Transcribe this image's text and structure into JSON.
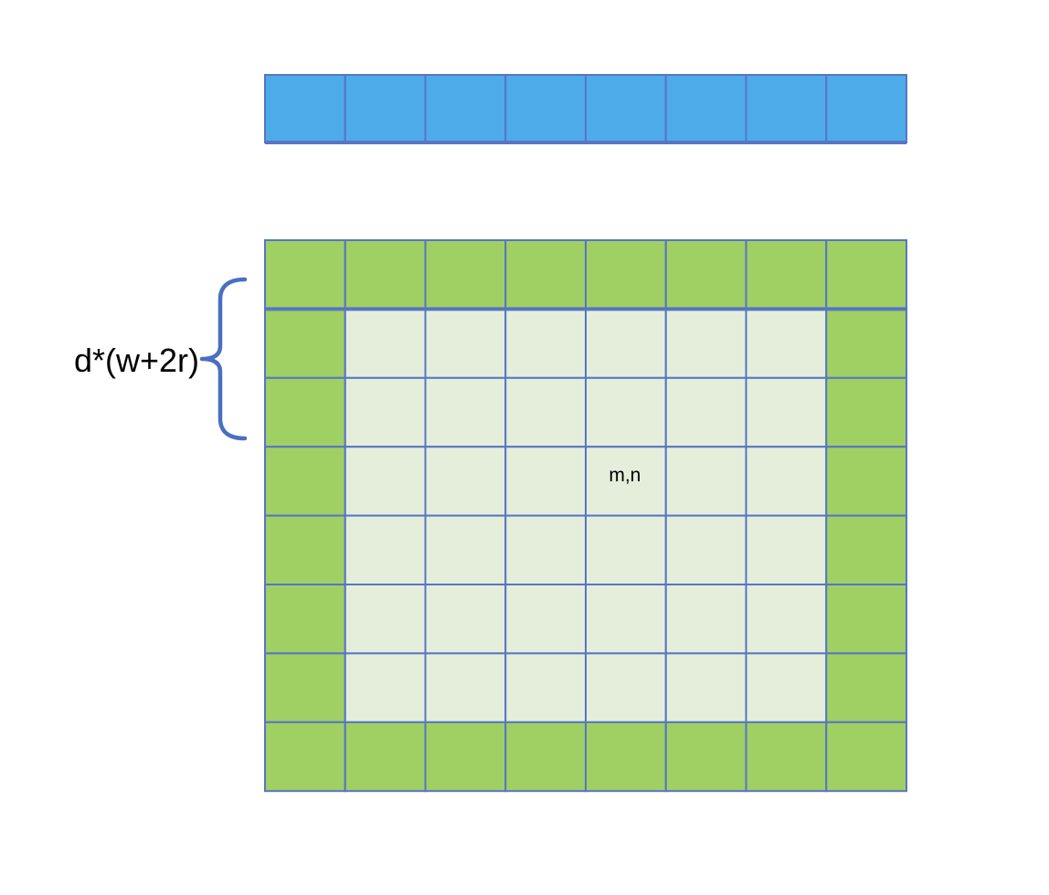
{
  "colors": {
    "top_row_fill": "#4eabe9",
    "border_fill": "#a0cf64",
    "interior_fill": "#e4eedb",
    "grid_line": "#5775c4",
    "brace": "#4a6fc1"
  },
  "top_row": {
    "cell_count": 8
  },
  "grid": {
    "rows": 8,
    "cols": 8,
    "halo_width": 1,
    "highlighted_cell": {
      "row": 3,
      "col": 4,
      "label": "m,n"
    }
  },
  "brace": {
    "label": "d*(w+2r)",
    "spans_rows": 2
  }
}
